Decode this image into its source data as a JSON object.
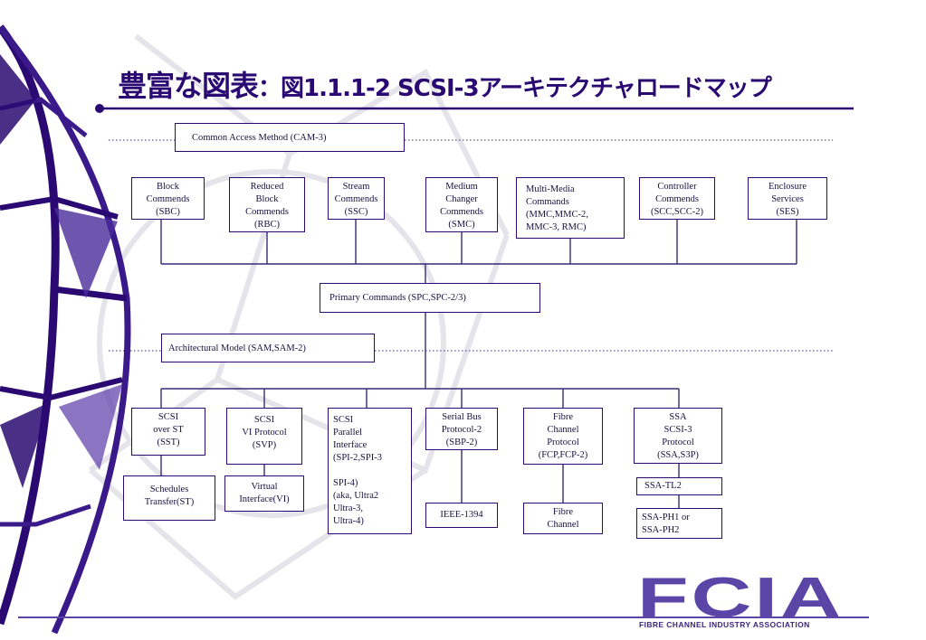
{
  "header": {
    "title_main": "豊富な図表",
    "title_sub": "：図1.1.1-2  SCSI-3アーキテクチャロードマップ"
  },
  "boxes": {
    "cam": "Common Access Method (CAM-3)",
    "sbc": "Block\nCommends\n(SBC)",
    "rbc": "Reduced\nBlock\nCommends\n(RBC)",
    "ssc": "Stream\nCommends\n(SSC)",
    "smc": "Medium\nChanger\nCommends\n(SMC)",
    "mmc": "Multi-Media\nCommands\n(MMC,MMC-2,\nMMC-3, RMC)",
    "scc": "Controller\nCommends\n(SCC,SCC-2)",
    "ses": "Enclosure\nServices\n(SES)",
    "spc": "Primary Commands (SPC,SPC-2/3)",
    "sam": "Architectural Model (SAM,SAM-2)",
    "sst": "SCSI\nover  ST\n(SST)",
    "st": "Schedules\nTransfer(ST)",
    "svp": "SCSI\nVI Protocol\n(SVP)",
    "vi": "Virtual\nInterface(VI)",
    "spi": "SCSI\nParallel\nInterface\n(SPI-2,SPI-3\n\nSPI-4)\n(aka, Ultra2\nUltra-3,\nUltra-4)",
    "sbp": "Serial Bus\nProtocol-2\n(SBP-2)",
    "ieee": "IEEE-1394",
    "fcp": "Fibre\nChannel\nProtocol\n(FCP,FCP-2)",
    "fc": "Fibre\nChannel",
    "ssa": "SSA\nSCSI-3\nProtocol\n(SSA,S3P)",
    "ssatl2": "SSA-TL2",
    "ssaph": "SSA-PH1 or\nSSA-PH2"
  },
  "logo": {
    "mark": "FCIA",
    "tagline": "FIBRE CHANNEL INDUSTRY ASSOCIATION"
  },
  "colors": {
    "primary": "#2a0a72",
    "line": "#3a2a78",
    "logo": "#5b46a8",
    "bg": "#ffffff"
  }
}
